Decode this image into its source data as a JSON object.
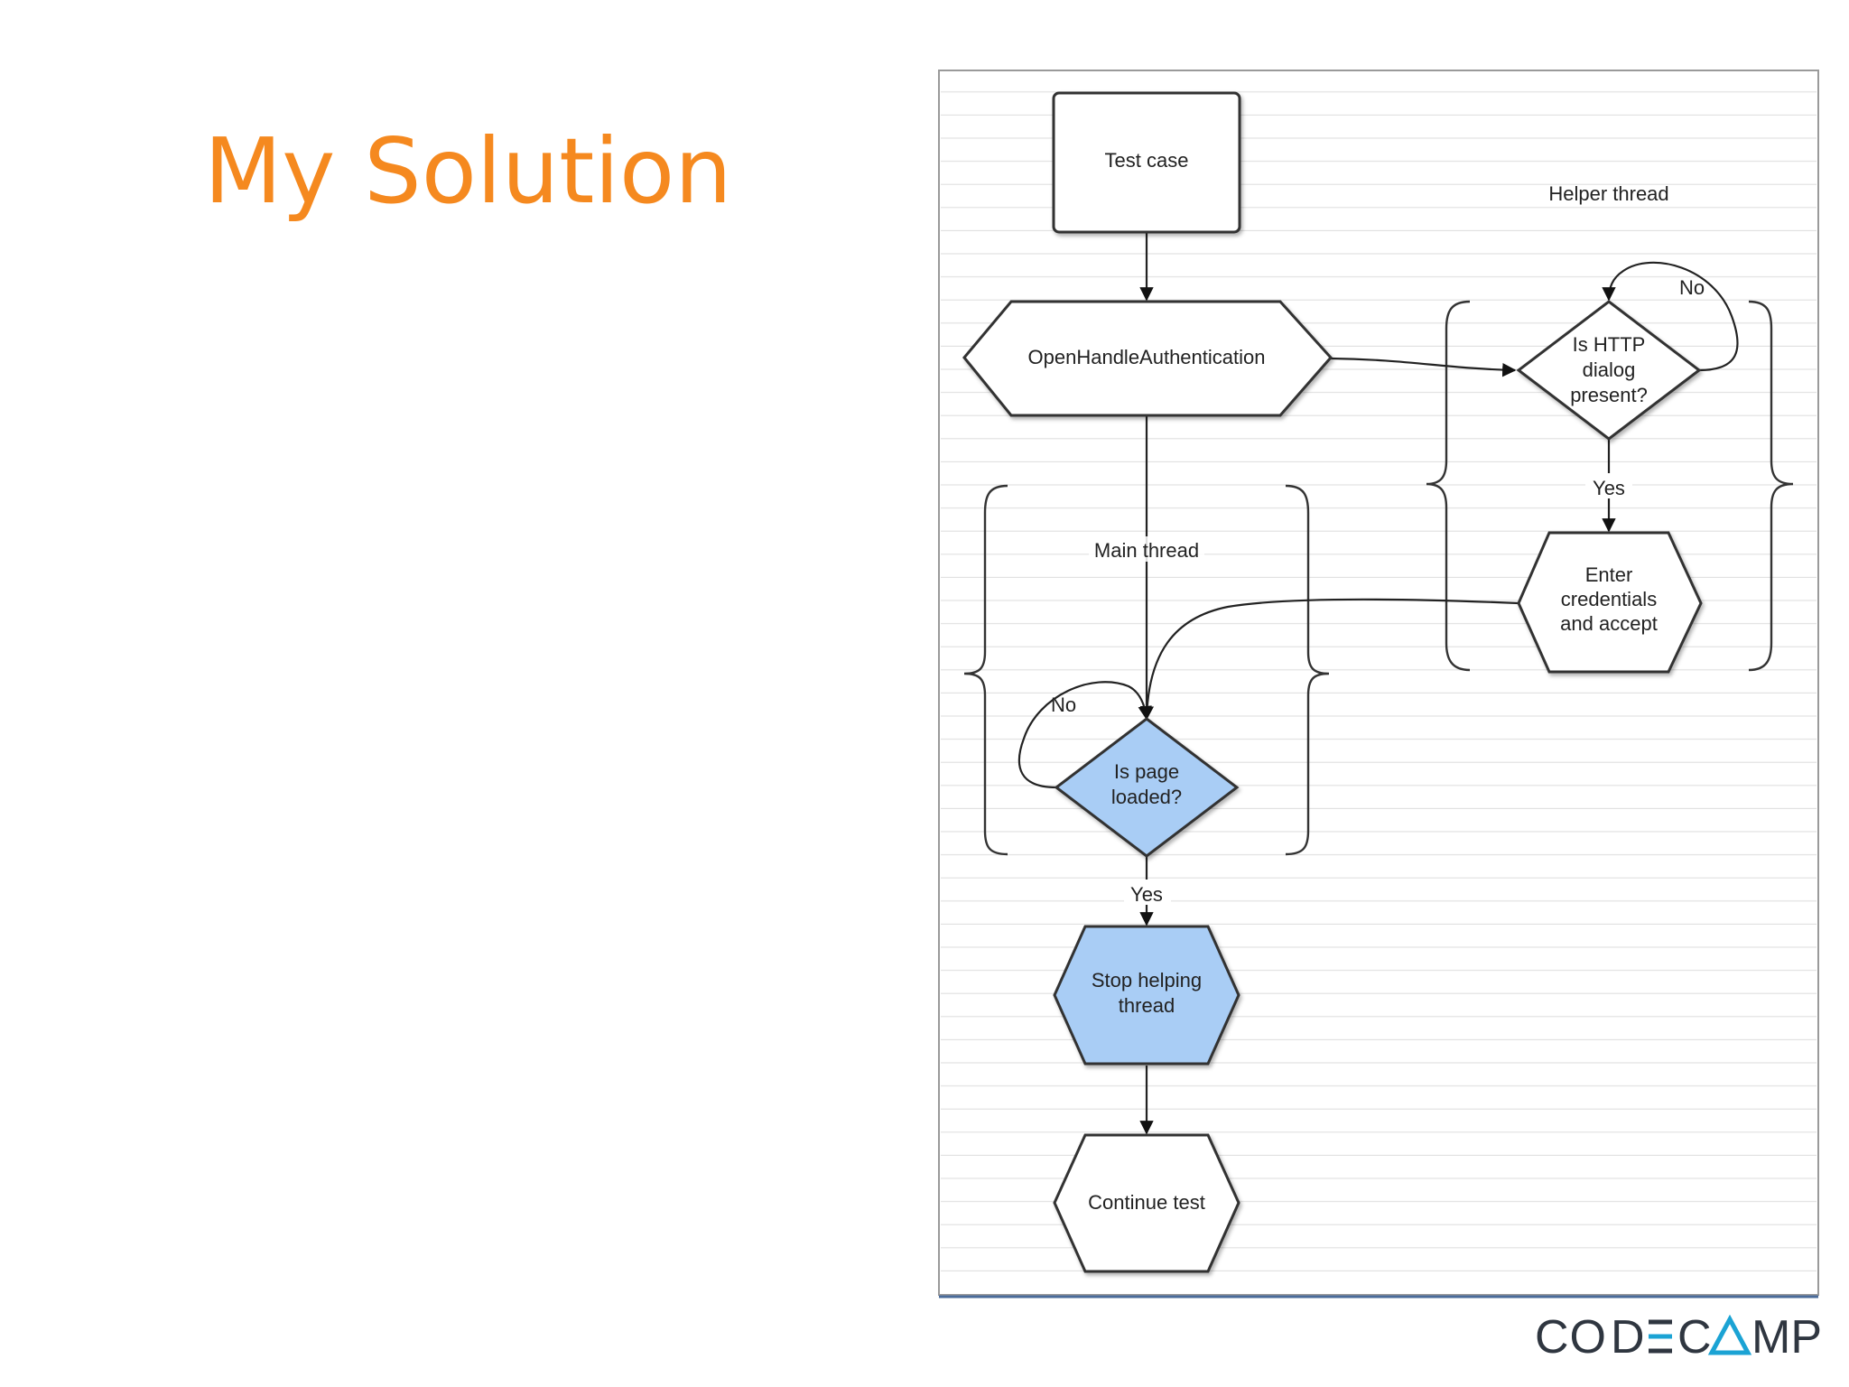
{
  "slide": {
    "title": "My Solution"
  },
  "diagram": {
    "nodes": {
      "test_case": "Test case",
      "open_handle": "OpenHandleAuthentication",
      "http_dialog": [
        "Is HTTP",
        "dialog",
        "present?"
      ],
      "enter_credentials": [
        "Enter",
        "credentials",
        "and accept"
      ],
      "page_loaded": [
        "Is page",
        "loaded?"
      ],
      "stop_helping": [
        "Stop helping",
        "thread"
      ],
      "continue_test": "Continue test"
    },
    "labels": {
      "helper_thread": "Helper thread",
      "main_thread": "Main thread",
      "no_helper": "No",
      "yes_helper": "Yes",
      "no_main": "No",
      "yes_main": "Yes"
    }
  },
  "brand": {
    "logo_text": "CODECAMP"
  },
  "colors": {
    "title": "#F5891F",
    "highlight_fill": "#A9CDF5",
    "logo_dark": "#2F3640",
    "logo_accent": "#1BA3D4"
  }
}
